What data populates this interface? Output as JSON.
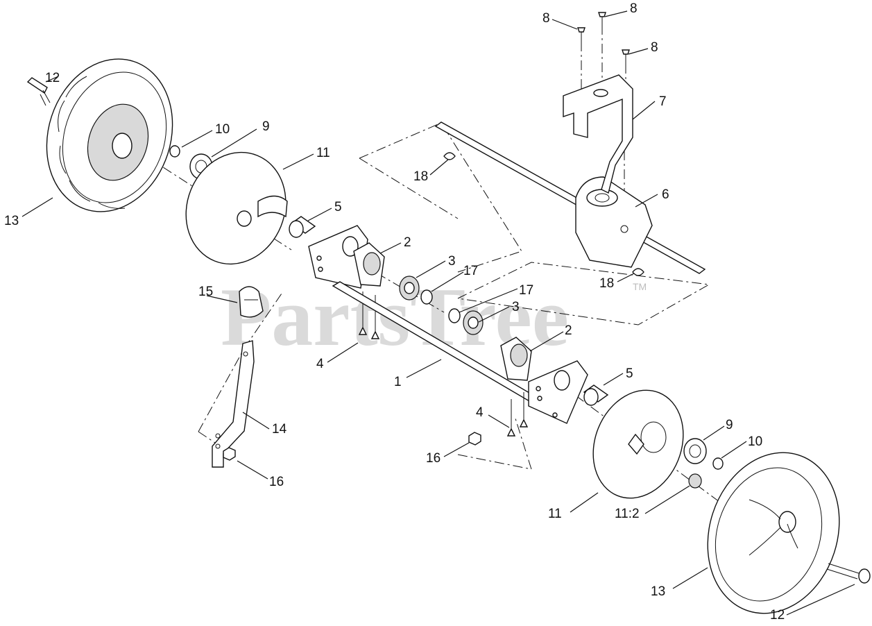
{
  "watermark": {
    "text": "PartsTree",
    "trademark": "TM"
  },
  "callouts": {
    "c1": "1",
    "c2a": "2",
    "c2b": "2",
    "c3a": "3",
    "c3b": "3",
    "c4a": "4",
    "c4b": "4",
    "c5a": "5",
    "c5b": "5",
    "c6": "6",
    "c7": "7",
    "c8a": "8",
    "c8b": "8",
    "c8c": "8",
    "c9a": "9",
    "c9b": "9",
    "c10a": "10",
    "c10b": "10",
    "c11a": "11",
    "c11b": "11",
    "c11_2": "11:2",
    "c12a": "12",
    "c12b": "12",
    "c13a": "13",
    "c13b": "13",
    "c14": "14",
    "c15": "15",
    "c16a": "16",
    "c16b": "16",
    "c17a": "17",
    "c17b": "17",
    "c18a": "18",
    "c18b": "18"
  }
}
